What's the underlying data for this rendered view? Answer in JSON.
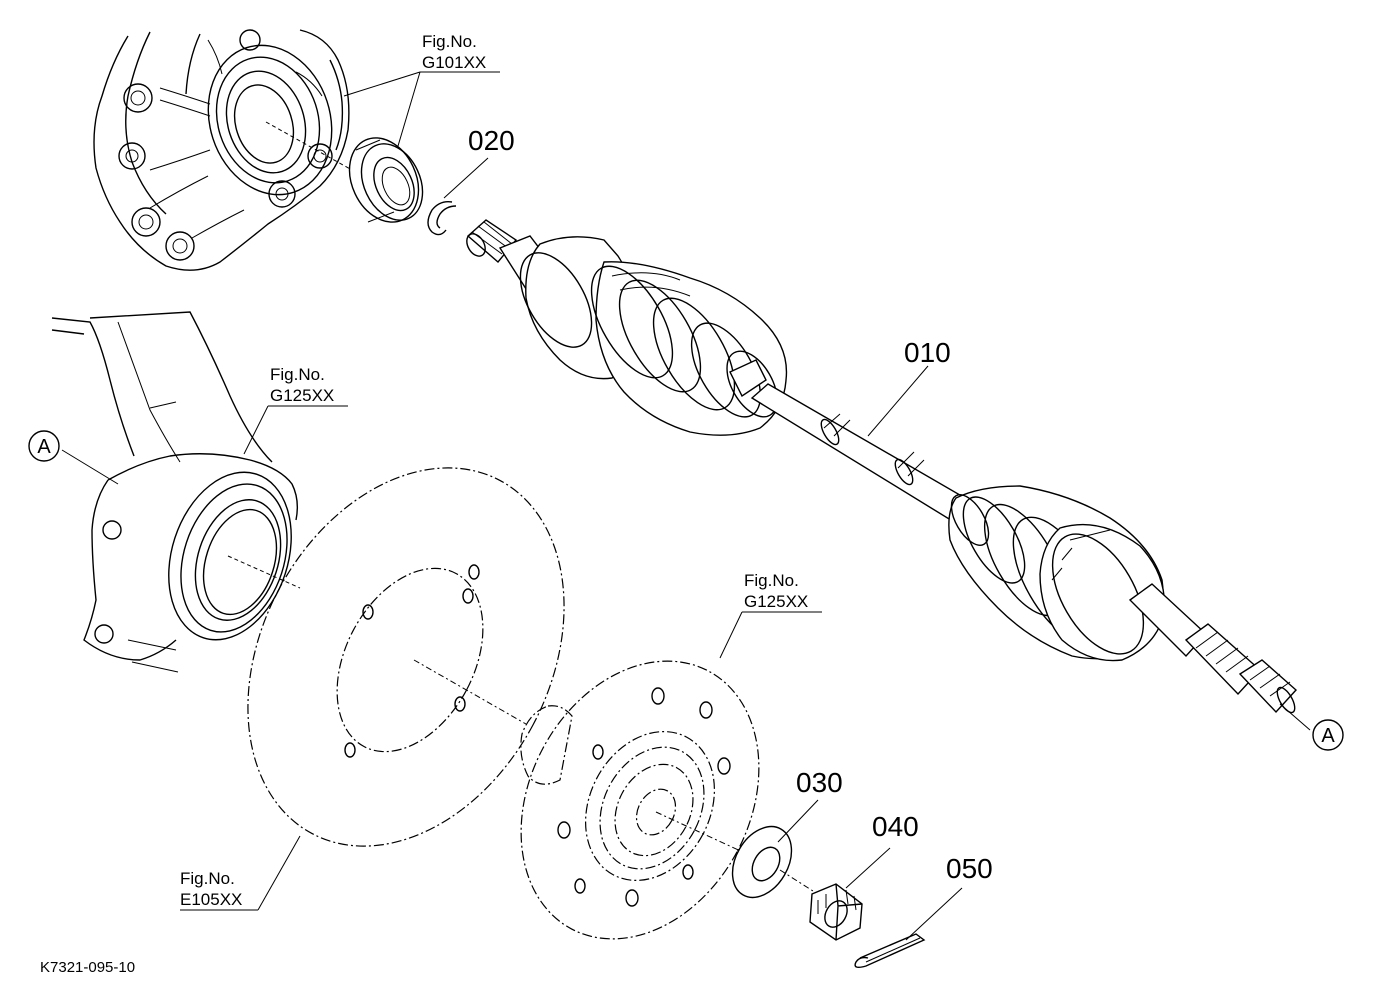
{
  "diagram": {
    "part_labels": {
      "p010": "010",
      "p020": "020",
      "p030": "030",
      "p040": "040",
      "p050": "050"
    },
    "figure_refs": {
      "g101": {
        "line1": "Fig.No.",
        "line2": "G101XX"
      },
      "g125_knuckle": {
        "line1": "Fig.No.",
        "line2": "G125XX"
      },
      "g125_hub": {
        "line1": "Fig.No.",
        "line2": "G125XX"
      },
      "e105": {
        "line1": "Fig.No.",
        "line2": "E105XX"
      }
    },
    "marker_a": "A",
    "drawing_number": "K7321-095-10"
  }
}
